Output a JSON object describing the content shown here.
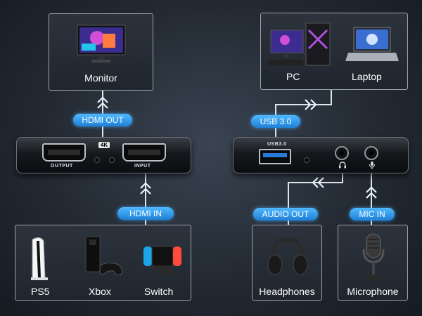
{
  "monitor": {
    "label": "Monitor"
  },
  "hdmi_out": {
    "label": "HDMI OUT"
  },
  "hdmi_in": {
    "label": "HDMI IN"
  },
  "capture_left": {
    "badge": "4K",
    "output_label": "OUTPUT",
    "input_label": "INPUT"
  },
  "capture_right": {
    "usb_label": "USB3.0"
  },
  "usb": {
    "label": "USB 3.0"
  },
  "pc_box": {
    "pc": "PC",
    "laptop": "Laptop"
  },
  "consoles": {
    "ps5": "PS5",
    "xbox": "Xbox",
    "switch": "Switch"
  },
  "audio_out": {
    "label": "AUDIO OUT"
  },
  "mic_in": {
    "label": "MIC IN"
  },
  "headphones": {
    "label": "Headphones"
  },
  "microphone": {
    "label": "Microphone"
  },
  "colors": {
    "accent": "#1e90ff",
    "background": "#232a33"
  }
}
